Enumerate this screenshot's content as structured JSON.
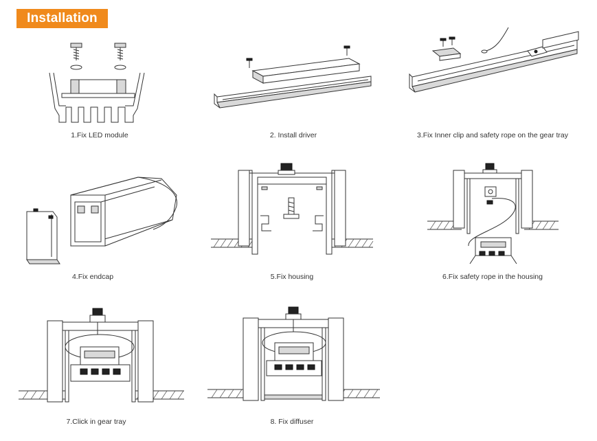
{
  "header": {
    "title": "Installation"
  },
  "steps": [
    {
      "caption": "1.Fix LED module"
    },
    {
      "caption": "2. Install driver"
    },
    {
      "caption": "3.Fix Inner clip and safety rope on the gear tray"
    },
    {
      "caption": "4.Fix endcap"
    },
    {
      "caption": "5.Fix housing"
    },
    {
      "caption": "6.Fix safety rope in the housing"
    },
    {
      "caption": "7.Click in gear tray"
    },
    {
      "caption": "8. Fix diffuser"
    }
  ]
}
